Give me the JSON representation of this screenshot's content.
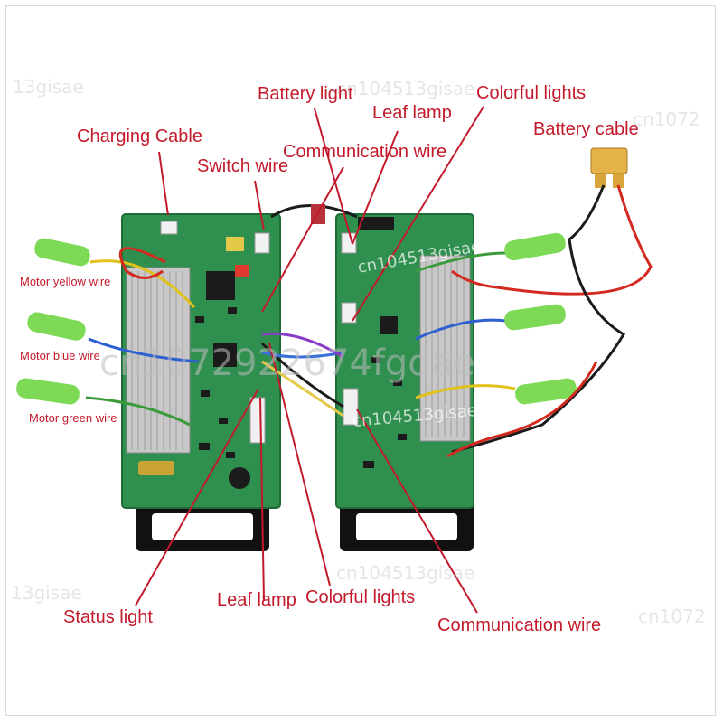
{
  "labels": {
    "battery_light": "Battery light",
    "leaf_lamp_top": "Leaf lamp",
    "colorful_lights_top": "Colorful lights",
    "battery_cable": "Battery cable",
    "charging_cable": "Charging Cable",
    "communication_wire_top": "Communication wire",
    "switch_wire": "Switch wire",
    "motor_yellow_wire": "Motor yellow wire",
    "motor_blue_wire": "Motor blue wire",
    "motor_green_wire": "Motor green wire",
    "status_light": "Status light",
    "leaf_lamp_bottom": "Leaf lamp",
    "colorful_lights_bottom": "Colorful lights",
    "communication_wire_bottom": "Communication wire"
  },
  "watermarks": {
    "center": "cn1072922674fgdae",
    "mid_top": "cn104513gisae",
    "mid_bottom": "cn104513gisae",
    "corner_tl": "13gisae",
    "corner_tr": "cn1072",
    "corner_bl": "13gisae",
    "corner_br": "cn1072",
    "top_center": "cn104513gisae",
    "bottom_center": "cn104513gisae"
  },
  "colors": {
    "label_red": "#c21a2b",
    "pcb_green": "#2f8f4e",
    "heatsink": "#c8c8c8",
    "wire_red": "#d32a1f",
    "wire_yellow": "#e0c21b",
    "wire_blue": "#2e5fd1",
    "wire_green": "#3b9b3b",
    "connector_green": "#7ed957"
  }
}
